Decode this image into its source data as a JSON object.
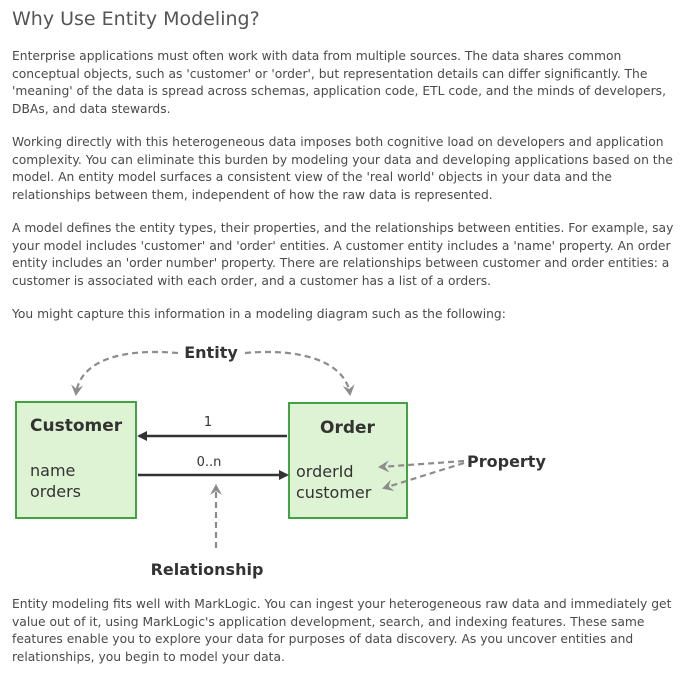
{
  "title": "Why Use Entity Modeling?",
  "paragraphs": [
    "Enterprise applications must often work with data from multiple sources. The data shares common conceptual objects, such as 'customer' or 'order', but representation details can differ significantly. The 'meaning' of the data is spread across schemas, application code, ETL code, and the minds of developers, DBAs, and data stewards.",
    "Working directly with this heterogeneous data imposes both cognitive load on developers and application complexity. You can eliminate this burden by modeling your data and developing applications based on the model. An entity model surfaces a consistent view of the 'real world' objects in your data and the relationships between them, independent of how the raw data is represented.",
    "A model defines the entity types, their properties, and the relationships between entities. For example, say your model includes 'customer' and 'order' entities. A customer entity includes a 'name' property. An order entity includes an 'order number' property. There are relationships between customer and order entities: a customer is associated with each order, and a customer has a list of a orders.",
    "You might capture this information in a modeling diagram such as the following:",
    "Entity modeling fits well with MarkLogic. You can ingest your heterogeneous raw data and immediately get value out of it, using MarkLogic's application development, search, and indexing features. These same features enable you to explore your data for purposes of data discovery. As you uncover entities and relationships, you begin to model your data."
  ],
  "diagram": {
    "entity_label": "Entity",
    "property_label": "Property",
    "relationship_label": "Relationship",
    "customer": {
      "name": "Customer",
      "props": [
        "name",
        "orders"
      ]
    },
    "order": {
      "name": "Order",
      "props": [
        "orderId",
        "customer"
      ]
    },
    "arrow_top_label": "1",
    "arrow_bottom_label": "0..n",
    "colors": {
      "box_fill": "#ddf3d3",
      "box_border": "#2f9a2f",
      "callout": "#8c8c8c",
      "text": "#333333"
    }
  }
}
